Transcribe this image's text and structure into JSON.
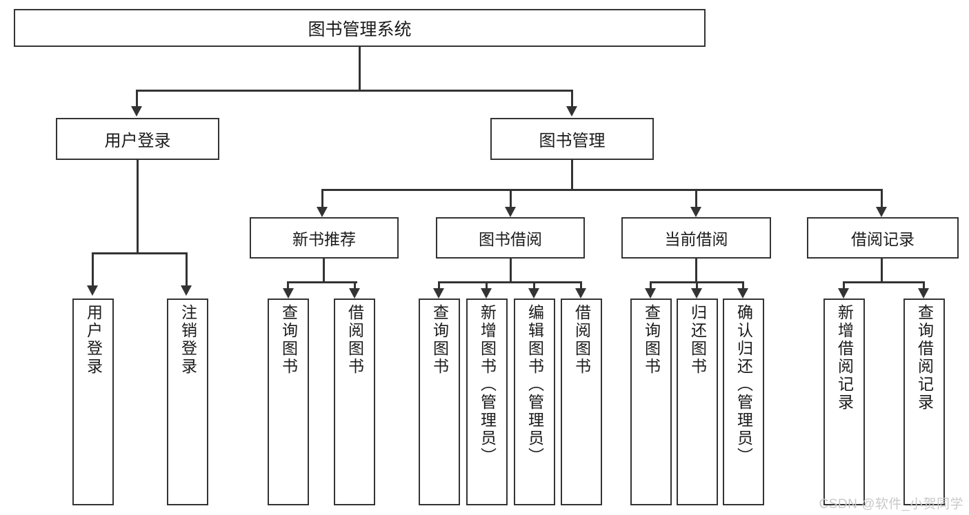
{
  "diagram": {
    "title": "图书管理系统",
    "type": "tree-hierarchy-diagram",
    "colors": {
      "box_border": "#333333",
      "box_fill": "#ffffff",
      "connector": "#333333",
      "text": "#1a1a1a",
      "watermark": "#c9c9c9",
      "background": "#ffffff"
    }
  },
  "root": {
    "label": "图书管理系统"
  },
  "level2": [
    {
      "label": "用户登录"
    },
    {
      "label": "图书管理"
    }
  ],
  "level3": [
    {
      "label": "新书推荐"
    },
    {
      "label": "图书借阅"
    },
    {
      "label": "当前借阅"
    },
    {
      "label": "借阅记录"
    }
  ],
  "leaves": {
    "user_login": [
      {
        "label": "用户登录"
      },
      {
        "label": "注销登录"
      }
    ],
    "new_book_recommend": [
      {
        "label": "查询图书"
      },
      {
        "label": "借阅图书"
      }
    ],
    "book_borrow": [
      {
        "label": "查询图书"
      },
      {
        "label": "新增图书（管理员）"
      },
      {
        "label": "编辑图书（管理员）"
      },
      {
        "label": "借阅图书"
      }
    ],
    "current_borrow": [
      {
        "label": "查询图书"
      },
      {
        "label": "归还图书"
      },
      {
        "label": "确认归还（管理员）"
      }
    ],
    "borrow_record": [
      {
        "label": "新增借阅记录"
      },
      {
        "label": "查询借阅记录"
      }
    ]
  },
  "watermark": {
    "text": "CSDN @软件_小贺同学"
  }
}
